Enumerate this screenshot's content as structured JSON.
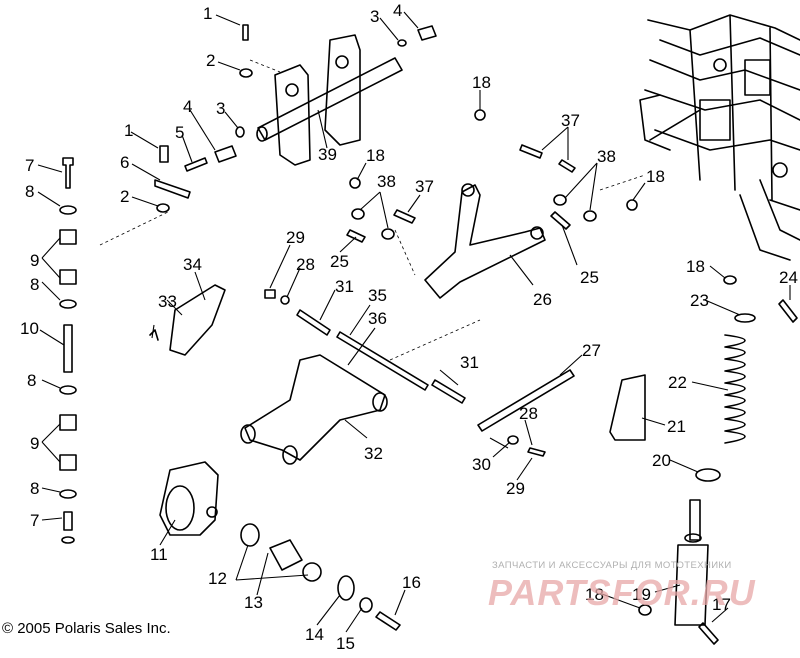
{
  "copyright": "© 2005 Polaris Sales Inc.",
  "watermark": {
    "tagline": "ЗАПЧАСТИ И АКСЕССУАРЫ ДЛЯ МОТОТЕХНИКИ",
    "logo": "PARTSFOR.RU"
  },
  "callouts": [
    "1",
    "2",
    "3",
    "4",
    "5",
    "6",
    "7",
    "8",
    "9",
    "10",
    "11",
    "12",
    "13",
    "14",
    "15",
    "16",
    "17",
    "18",
    "19",
    "20",
    "21",
    "22",
    "23",
    "24",
    "25",
    "26",
    "27",
    "28",
    "29",
    "30",
    "31",
    "32",
    "33",
    "34",
    "35",
    "36",
    "37",
    "38",
    "39"
  ]
}
